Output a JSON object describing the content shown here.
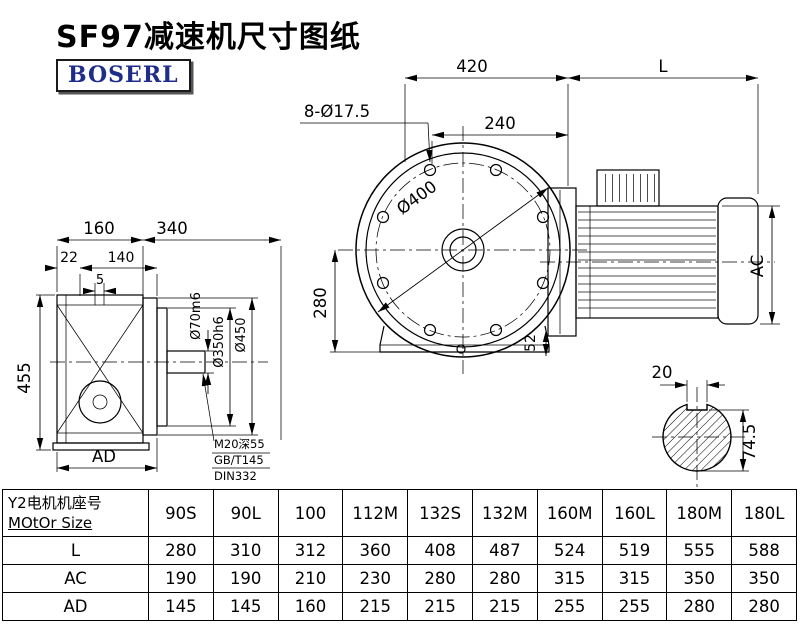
{
  "title": "SF97减速机尺寸图纸",
  "logo": "BOSERL",
  "drawing": {
    "dim_420": "420",
    "dim_L": "L",
    "dim_bolt": "8-Ø17.5",
    "dim_240": "240",
    "dim_flange": "Ø400",
    "dim_280": "280",
    "dim_52": "52",
    "dim_AC": "AC",
    "dim_160": "160",
    "dim_340": "340",
    "dim_22": "22",
    "dim_140": "140",
    "dim_5": "5",
    "dim_455": "455",
    "dim_AD": "AD",
    "dim_shaft": "Ø70m6",
    "dim_spigot": "Ø350h6",
    "dim_450": "Ø450",
    "note_1": "M20深55",
    "note_2": "GB/T145",
    "note_3": "DIN332",
    "dim_key_w": "20",
    "dim_key_h": "74.5"
  },
  "table": {
    "row_header_line1": "Y2电机机座号",
    "row_header_line2": "MOtOr Size",
    "columns": [
      "90S",
      "90L",
      "100",
      "112M",
      "132S",
      "132M",
      "160M",
      "160L",
      "180M",
      "180L"
    ],
    "rows": [
      {
        "label": "L",
        "values": [
          "280",
          "310",
          "312",
          "360",
          "408",
          "487",
          "524",
          "519",
          "555",
          "588"
        ]
      },
      {
        "label": "AC",
        "values": [
          "190",
          "190",
          "210",
          "230",
          "280",
          "280",
          "315",
          "315",
          "350",
          "350"
        ]
      },
      {
        "label": "AD",
        "values": [
          "145",
          "145",
          "160",
          "215",
          "215",
          "215",
          "255",
          "255",
          "280",
          "280"
        ]
      }
    ]
  }
}
